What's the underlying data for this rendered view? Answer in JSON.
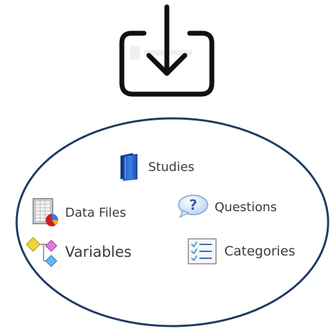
{
  "diagram": {
    "colors": {
      "ellipse_stroke": "#1f3a64",
      "icon_stroke": "#111111",
      "text": "#3a3a3a"
    },
    "top_icon": "import-download-icon",
    "items": [
      {
        "label": "Studies",
        "icon": "book-icon"
      },
      {
        "label": "Data Files",
        "icon": "data-file-icon"
      },
      {
        "label": "Questions",
        "icon": "question-bubble-icon"
      },
      {
        "label": "Variables",
        "icon": "variables-icon"
      },
      {
        "label": "Categories",
        "icon": "checklist-icon"
      }
    ]
  }
}
